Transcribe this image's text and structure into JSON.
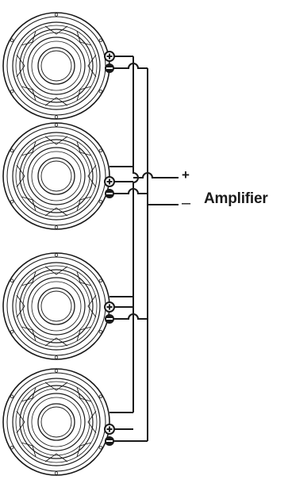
{
  "amplifier": {
    "label": "Amplifier",
    "positive_label": "+",
    "negative_label": "–"
  },
  "speakers": [
    {
      "name": "speaker-1",
      "positive_terminal": "+",
      "negative_terminal": "–"
    },
    {
      "name": "speaker-2",
      "positive_terminal": "+",
      "negative_terminal": "–"
    },
    {
      "name": "speaker-3",
      "positive_terminal": "+",
      "negative_terminal": "–"
    },
    {
      "name": "speaker-4",
      "positive_terminal": "+",
      "negative_terminal": "–"
    }
  ],
  "wiring": "parallel",
  "colors": {
    "line": "#1a1a1a",
    "background": "#ffffff"
  }
}
